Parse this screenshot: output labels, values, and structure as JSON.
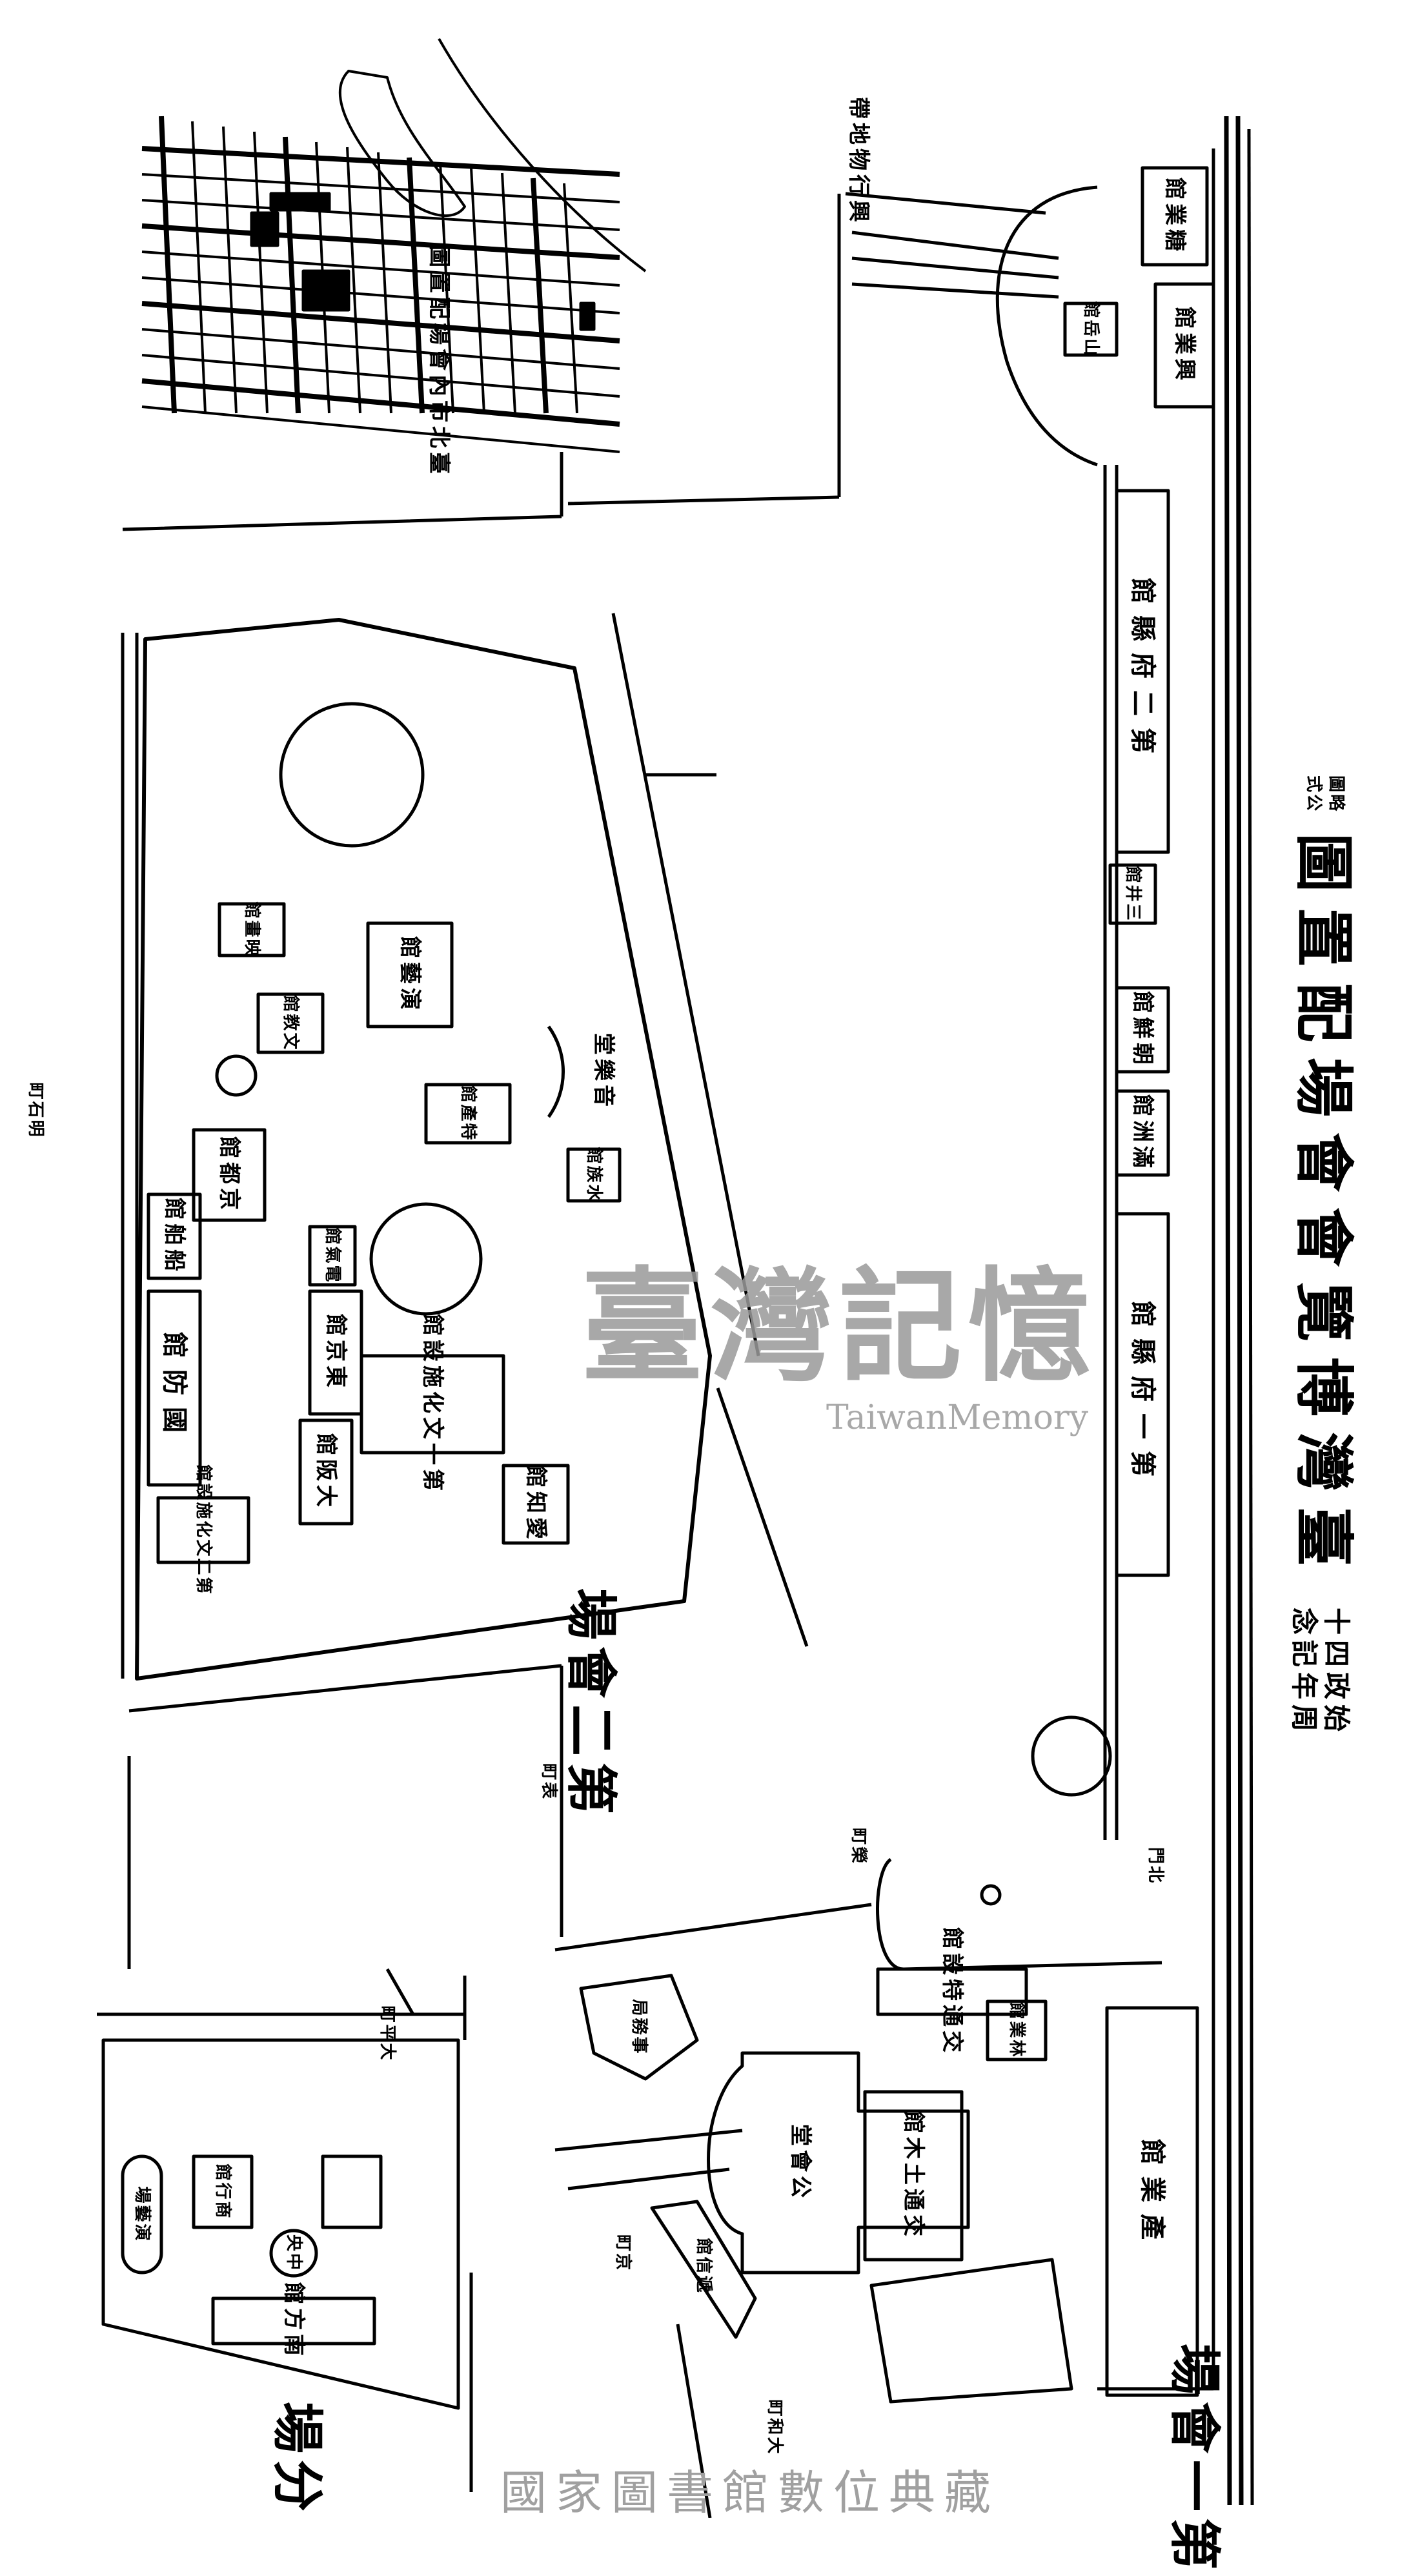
{
  "title": {
    "main": "臺灣博覽會會場配置圖",
    "commemoration_line1": "始政四十",
    "commemoration_line2": "周年記念",
    "note_line1": "略圖",
    "note_line2": "公式"
  },
  "inset": {
    "title": "臺北市內會場配置圖"
  },
  "venues": {
    "first": "第一會場",
    "second": "第二會場",
    "branch": "分場"
  },
  "first_venue_labels": {
    "sugar": "糖業館",
    "industry_north": "興業館",
    "mountain": "山岳館",
    "prefecture_2": "第二府縣館",
    "mitsui": "三井館",
    "korea": "朝鮮館",
    "manchuria": "滿洲館",
    "prefecture_1": "第一府縣館",
    "industry": "產業館",
    "forestry": "林業館",
    "transport_civil": "交通土木館",
    "public_hall": "公會堂",
    "transport_special": "交通特設館",
    "office": "事務局",
    "communications": "遞信館",
    "gate_north": "北門",
    "road_flower": "興行物地帶"
  },
  "second_venue_labels": {
    "kyoto": "京都館",
    "ship": "船舶館",
    "defense": "國防館",
    "tokyo": "東京館",
    "osaka": "大阪館",
    "culture_1": "第一文化施設館",
    "aichi": "愛知館",
    "music": "音樂堂",
    "performing": "演藝館",
    "specialty": "特產館",
    "aquarium": "水族館",
    "film": "映畫館",
    "education": "文教館",
    "culture_2": "第二文化施設館",
    "electric": "電氣館"
  },
  "branch_labels": {
    "south": "南方館",
    "center": "中央",
    "arena": "演藝場",
    "market": "商行館"
  },
  "streets": {
    "akashi": "明石町",
    "omote": "表町",
    "sakae": "榮町",
    "kyomachi": "京町",
    "taiheicho": "大平町",
    "yamato": "大和町"
  },
  "watermark": {
    "calligraphy": "臺灣記憶",
    "english": "TaiwanMemory"
  },
  "footer": "國家圖書館數位典藏"
}
